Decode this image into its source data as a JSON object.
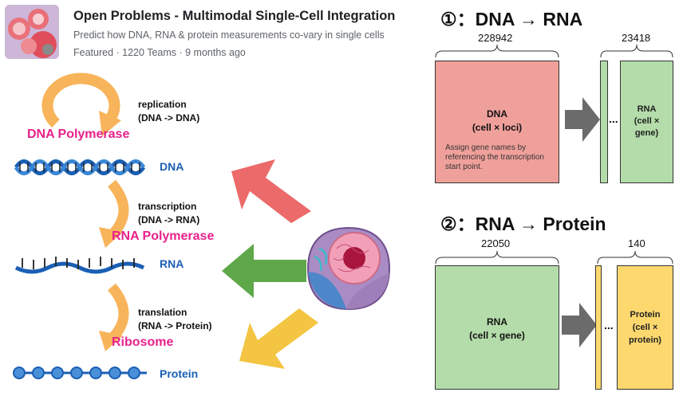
{
  "header": {
    "title": "Open Problems - Multimodal Single-Cell Integration",
    "subtitle": "Predict how DNA, RNA & protein measurements co-vary in single cells",
    "meta": "Featured · 1220 Teams · 9 months ago"
  },
  "left": {
    "replication_label": "replication",
    "replication_sub": "(DNA -> DNA)",
    "dna_polymerase": "DNA Polymerase",
    "dna_label": "DNA",
    "transcription_label": "transcription",
    "transcription_sub": "(DNA -> RNA)",
    "rna_polymerase": "RNA Polymerase",
    "rna_label": "RNA",
    "translation_label": "translation",
    "translation_sub": "(RNA -> Protein)",
    "ribosome": "Ribosome",
    "protein_label": "Protein"
  },
  "section1": {
    "title": "①：DNA → RNA",
    "num_left": "228942",
    "num_right": "23418",
    "box_left_l1": "DNA",
    "box_left_l2": "(cell × loci)",
    "note": "Assign gene names by referencing the transcription start point.",
    "ellipsis": "...",
    "box_right_l1": "RNA",
    "box_right_l2": "(cell ×",
    "box_right_l3": "gene)"
  },
  "section2": {
    "title": "②：RNA → Protein",
    "num_left": "22050",
    "num_right": "140",
    "box_left_l1": "RNA",
    "box_left_l2": "(cell × gene)",
    "ellipsis": "...",
    "box_right_l1": "Protein",
    "box_right_l2": "(cell ×",
    "box_right_l3": "protein)"
  },
  "colors": {
    "dna_box": "#f0a09b",
    "rna_box": "#b4dcaa",
    "protein_box": "#fdd86f",
    "arrow_red": "#ec6a6a",
    "arrow_green": "#5ea84a",
    "arrow_yellow": "#f4c542",
    "loop_orange": "#f8b45a",
    "strand_blue": "#1a5fb4",
    "pink_label": "#e8218b"
  },
  "icons": [
    "competition-thumbnail",
    "replication-loop-arrow",
    "dna-double-helix-icon",
    "rna-strand-icon",
    "protein-bead-chain-icon",
    "cell-illustration",
    "process-arrow-icon"
  ]
}
